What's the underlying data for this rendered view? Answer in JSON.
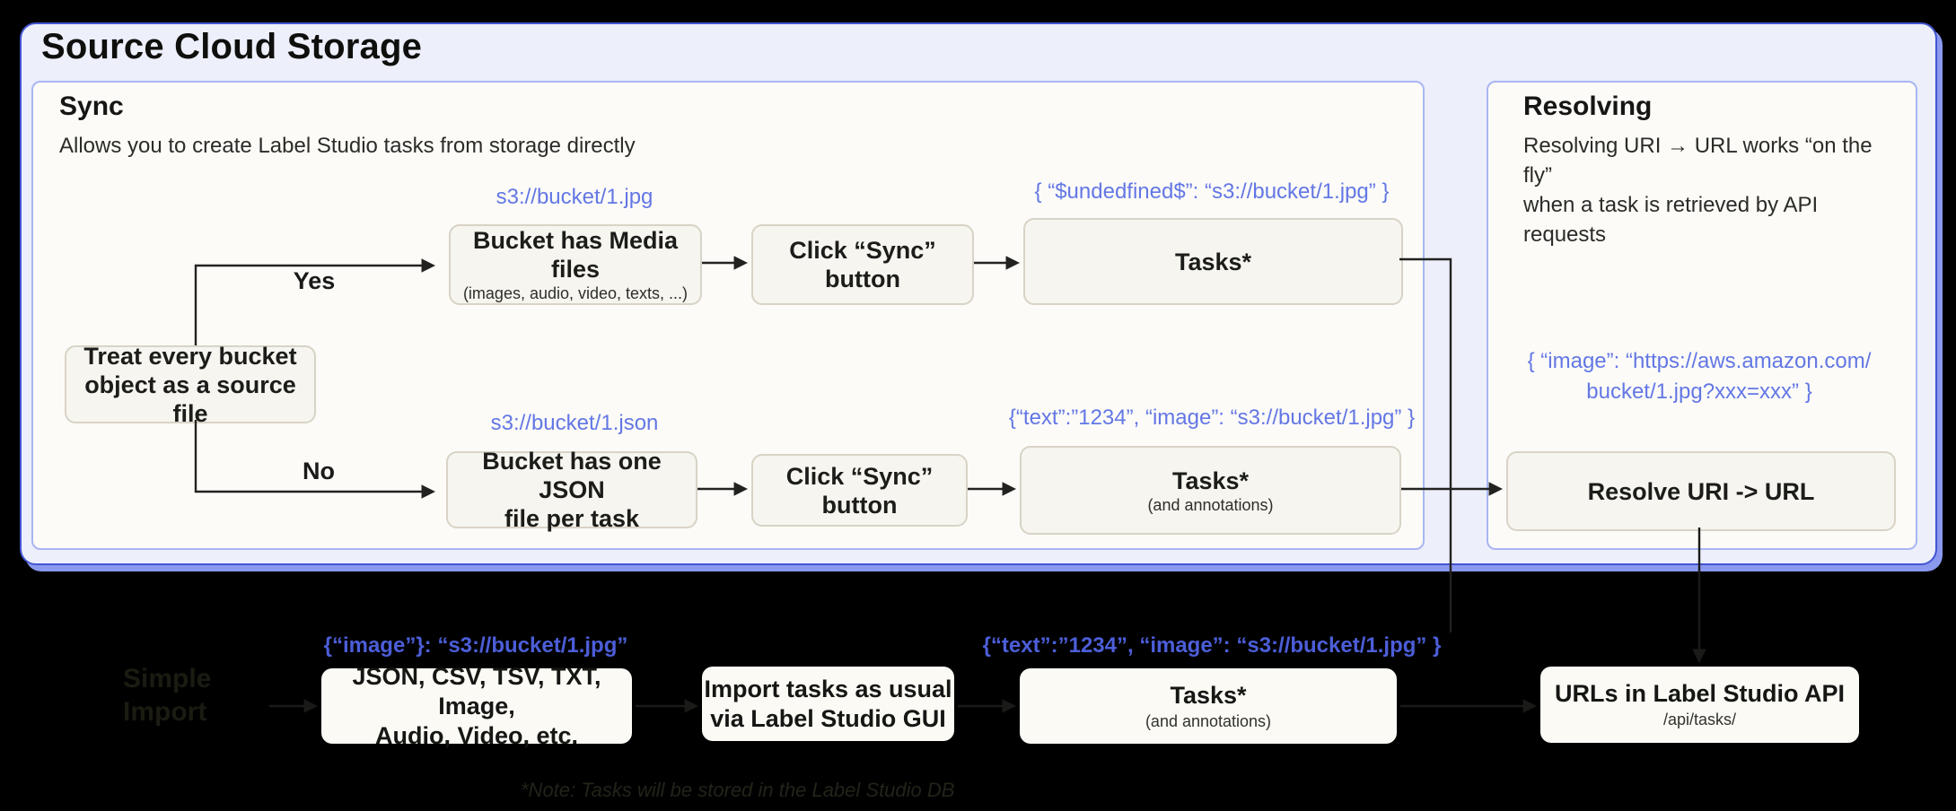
{
  "diagram": {
    "title": "Source Cloud Storage",
    "sync": {
      "heading": "Sync",
      "subtitle": "Allows you to create Label Studio tasks from storage directly",
      "decision_box": {
        "line1": "Treat every bucket",
        "line2": "object as a source file"
      },
      "yes_label": "Yes",
      "no_label": "No",
      "row_media": {
        "uri_label": "s3://bucket/1.jpg",
        "bucket_box": {
          "line1": "Bucket has Media files",
          "line2": "(images, audio, video, texts, ...)"
        },
        "click_box": "Click “Sync” button",
        "tasks_label": "{ “$undedfined$”: “s3://bucket/1.jpg” }",
        "tasks_box": {
          "line1": "Tasks*"
        }
      },
      "row_json": {
        "uri_label": "s3://bucket/1.json",
        "bucket_box": {
          "line1": "Bucket has one JSON",
          "line2": "file per task"
        },
        "click_box": "Click “Sync” button",
        "tasks_label": "{“text”:”1234”,  “image”: “s3://bucket/1.jpg” }",
        "tasks_box": {
          "line1": "Tasks*",
          "line2": "(and annotations)"
        }
      }
    },
    "resolving": {
      "heading": "Resolving",
      "subtitle_line1": "Resolving URI → URL works “on the fly”",
      "subtitle_line2": "when a task is retrieved by API requests",
      "json_label_line1": "{ “image”: “https://aws.amazon.com/",
      "json_label_line2": "bucket/1.jpg?xxx=xxx” }",
      "resolve_box": "Resolve URI -> URL"
    },
    "bottom": {
      "simple_import_line1": "Simple",
      "simple_import_line2": "Import",
      "formats_label": "{“image”}: “s3://bucket/1.jpg”",
      "formats_box": {
        "line1": "JSON, CSV, TSV, TXT, Image,",
        "line2": "Audio, Video, etc."
      },
      "import_box": {
        "line1": "Import tasks as usual",
        "line2": "via Label Studio GUI"
      },
      "tasks_label": "{“text”:”1234”,  “image”: “s3://bucket/1.jpg” }",
      "tasks_box": {
        "line1": "Tasks*",
        "line2": "(and annotations)"
      },
      "urls_box": {
        "line1": "URLs in Label Studio API",
        "line2": "/api/tasks/"
      },
      "note": "*Note: Tasks will be stored in the Label Studio DB"
    },
    "colors": {
      "accent_blue_light": "#6377e4",
      "accent_blue_dark": "#4c5ed8",
      "container_border": "#4355d2",
      "container_bg": "#edeffb",
      "panel_bg": "#fcfbf8",
      "node_bg": "#f6f5ef"
    }
  }
}
